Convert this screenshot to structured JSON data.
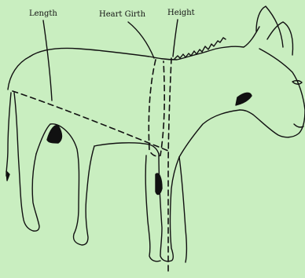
{
  "labels": {
    "length": "Length",
    "heart_girth": "Heart Girth",
    "height": "Height"
  },
  "colors": {
    "background": "#c9eec0",
    "ink": "#111111"
  },
  "subject": "donkey-line-drawing"
}
